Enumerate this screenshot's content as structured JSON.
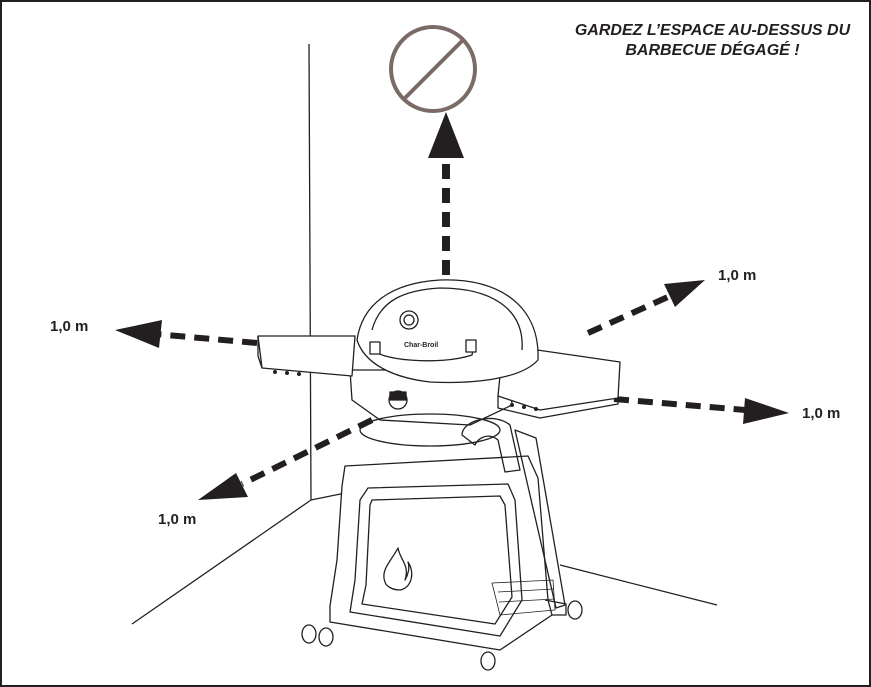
{
  "warning": {
    "line1": "GARDEZ L’ESPACE AU-DESSUS DU",
    "line2": "BARBECUE DÉGAGÉ !"
  },
  "clearances": {
    "left": "1,0 m",
    "front_left": "1,0 m",
    "right_upper": "1,0 m",
    "right_lower": "1,0 m"
  },
  "grill": {
    "brand": "Char-Broil"
  },
  "icons": {
    "prohibition": "no-symbol-icon",
    "flame": "flame-icon"
  },
  "colors": {
    "line": "#231f20",
    "prohibition": "#7b6b66"
  }
}
